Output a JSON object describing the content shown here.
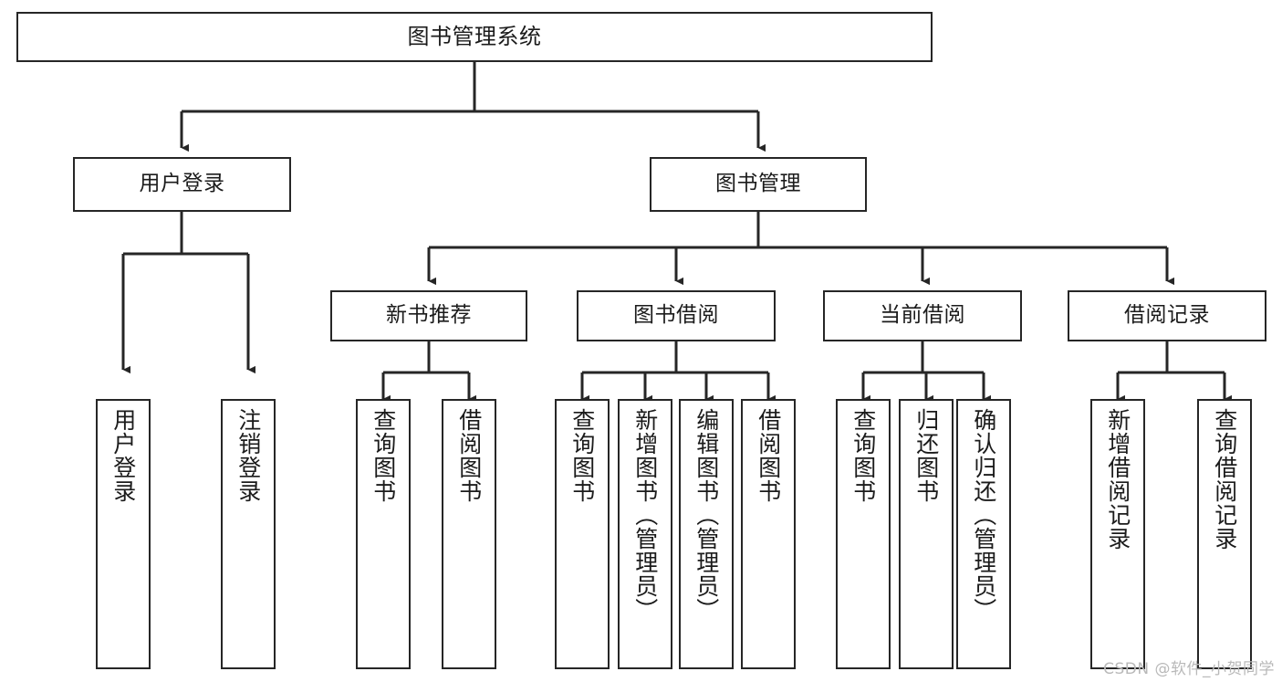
{
  "diagram": {
    "type": "tree-hierarchy",
    "orientation": "top-down",
    "root": {
      "id": "root",
      "label": "图书管理系统"
    },
    "level2": [
      {
        "id": "user-login",
        "label": "用户登录"
      },
      {
        "id": "book-manage",
        "label": "图书管理"
      }
    ],
    "level3": [
      {
        "id": "new-book-rec",
        "label": "新书推荐",
        "parent": "book-manage"
      },
      {
        "id": "book-borrow",
        "label": "图书借阅",
        "parent": "book-manage"
      },
      {
        "id": "current-borrow",
        "label": "当前借阅",
        "parent": "book-manage"
      },
      {
        "id": "borrow-record",
        "label": "借阅记录",
        "parent": "book-manage"
      }
    ],
    "leaves": [
      {
        "id": "leaf-user-login",
        "label": "用户登录",
        "parent": "user-login"
      },
      {
        "id": "leaf-logout",
        "label": "注销登录",
        "parent": "user-login"
      },
      {
        "id": "leaf-query-book-1",
        "label": "查询图书",
        "parent": "new-book-rec"
      },
      {
        "id": "leaf-borrow-book-1",
        "label": "借阅图书",
        "parent": "new-book-rec"
      },
      {
        "id": "leaf-query-book-2",
        "label": "查询图书",
        "parent": "book-borrow"
      },
      {
        "id": "leaf-add-book",
        "label": "新增图书（管理员）",
        "parent": "book-borrow"
      },
      {
        "id": "leaf-edit-book",
        "label": "编辑图书（管理员）",
        "parent": "book-borrow"
      },
      {
        "id": "leaf-borrow-book-2",
        "label": "借阅图书",
        "parent": "book-borrow"
      },
      {
        "id": "leaf-query-book-3",
        "label": "查询图书",
        "parent": "current-borrow"
      },
      {
        "id": "leaf-return-book",
        "label": "归还图书",
        "parent": "current-borrow"
      },
      {
        "id": "leaf-confirm-return",
        "label": "确认归还（管理员）",
        "parent": "current-borrow"
      },
      {
        "id": "leaf-add-record",
        "label": "新增借阅记录",
        "parent": "borrow-record"
      },
      {
        "id": "leaf-query-record",
        "label": "查询借阅记录",
        "parent": "borrow-record"
      }
    ],
    "colors": {
      "stroke": "#262626",
      "fill": "#ffffff",
      "text": "#1b1b1b",
      "watermark": "#b9b9b9"
    }
  },
  "watermark": {
    "text": "CSDN @软件_小贺同学"
  }
}
